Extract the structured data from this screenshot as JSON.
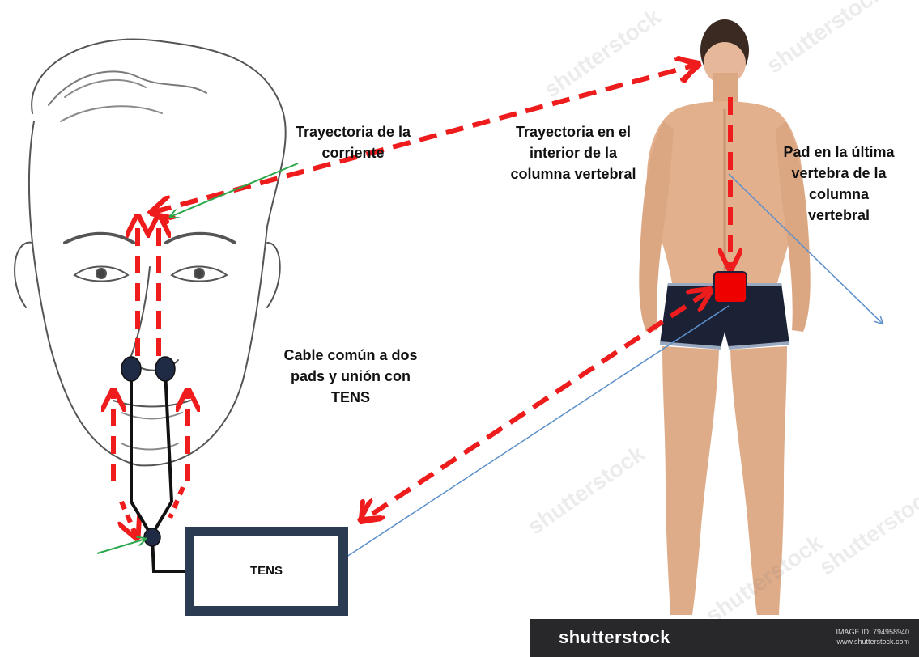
{
  "labels": {
    "trayectoria_corriente": "Trayectoria de la corriente",
    "trayectoria_interior": "Trayectoria en el interior de la columna vertebral",
    "pad_ultima_vertebra": "Pad en la última vertebra de la columna vertebral",
    "cable_comun": "Cable común a dos pads y unión con TENS",
    "tens": "TENS"
  },
  "watermark": {
    "brand": "shutterstock",
    "image_id": "IMAGE ID: 794958940",
    "site": "www.shutterstock.com",
    "repeat_text": "shutterstock"
  },
  "colors": {
    "current_path": "#ee1c1c",
    "pointer_arrow": "#2aa84a",
    "connector_line": "#5b8fc9",
    "tens_border": "#2a3b52",
    "cable": "#111111",
    "footer_bar": "#28282a"
  }
}
